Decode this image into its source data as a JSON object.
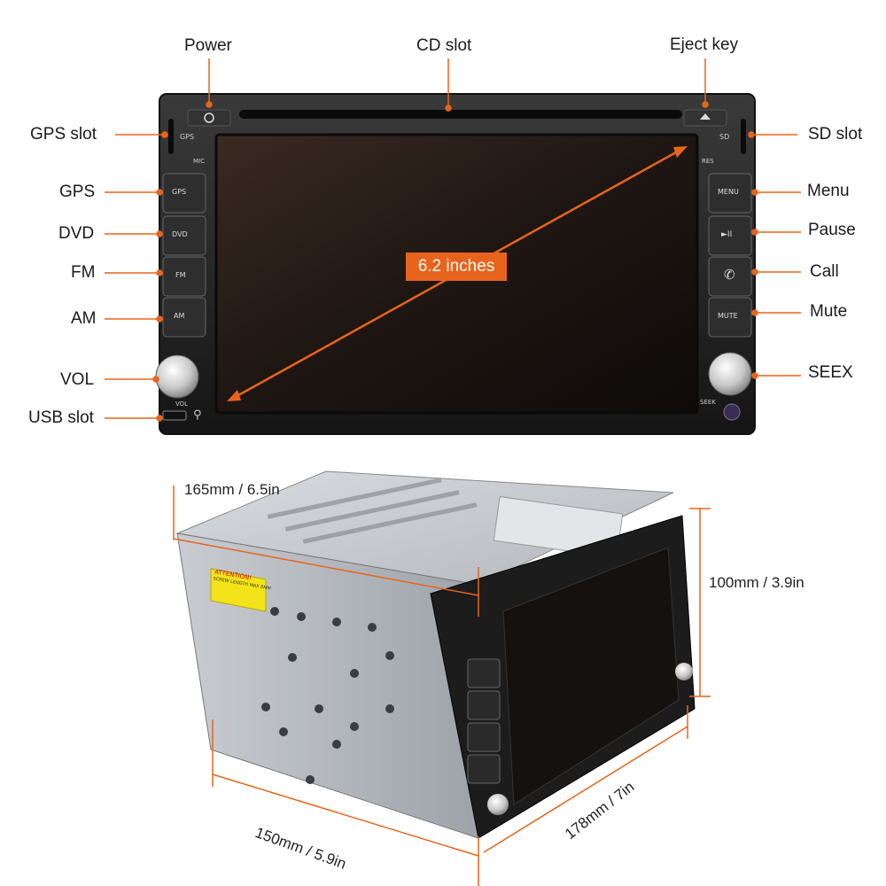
{
  "callouts": {
    "power": "Power",
    "cd_slot": "CD slot",
    "eject_key": "Eject key",
    "gps_slot": "GPS slot",
    "sd_slot": "SD slot",
    "gps": "GPS",
    "dvd": "DVD",
    "fm": "FM",
    "am": "AM",
    "vol": "VOL",
    "usb_slot": "USB slot",
    "menu": "Menu",
    "pause": "Pause",
    "call": "Call",
    "mute": "Mute",
    "seex": "SEEX"
  },
  "panel": {
    "gps_small": "GPS",
    "mic": "MIC",
    "sd_small": "SD",
    "res": "RES",
    "btn_gps": "GPS",
    "btn_dvd": "DVD",
    "btn_fm": "FM",
    "btn_am": "AM",
    "btn_menu": "MENU",
    "btn_pause": "►II",
    "btn_mute": "MUTE",
    "vol_small": "VOL",
    "seek_small": "SEEK"
  },
  "screen": {
    "diagonal": "6.2 inches"
  },
  "dimensions": {
    "depth": "165mm / 6.5in",
    "height": "100mm / 3.9in",
    "width": "150mm / 5.9in",
    "length": "178mm / 7in"
  },
  "unit_side": {
    "sticker_title": "ATTENTION!",
    "sticker_text": "SCREW LENGTH MAX 6MM"
  },
  "colors": {
    "accent": "#e8641c",
    "panel": "#2a2a2a",
    "screen": "#1b1512"
  }
}
